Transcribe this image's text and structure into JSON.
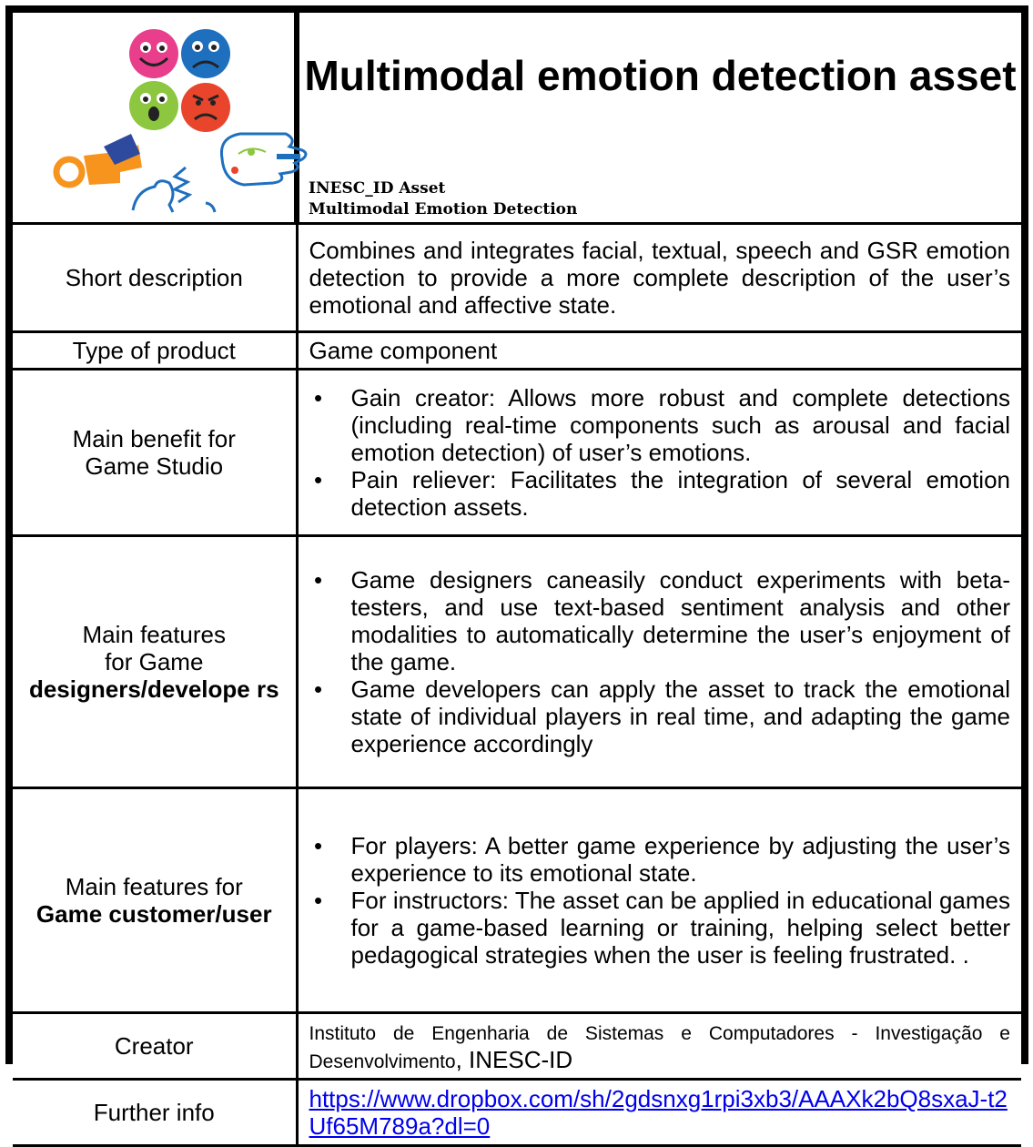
{
  "header": {
    "title": "Multimodal emotion detection asset",
    "subtitle_line1": "INESC_ID Asset",
    "subtitle_line2": "Multimodal Emotion Detection"
  },
  "rows": {
    "short_description": {
      "label": "Short description",
      "text": "Combines and integrates facial, textual, speech and GSR emotion detection to provide a more complete description of the user’s emotional and affective state."
    },
    "type_of_product": {
      "label": "Type of product",
      "text": "Game component"
    },
    "main_benefit": {
      "label_line1": "Main benefit for",
      "label_line2": "Game Studio",
      "bullets": [
        "Gain creator: Allows more robust and complete detections (including real-time components such as arousal and facial emotion detection) of user’s emotions.",
        "Pain reliever: Facilitates the integration of several emotion detection assets."
      ]
    },
    "features_designers": {
      "label_line1": "Main features",
      "label_line2": "for Game",
      "label_bold": "designers/develope rs",
      "bullets": [
        "Game designers caneasily conduct experiments with beta-testers, and use text-based sentiment analysis and other modalities to automatically determine the user’s enjoyment of the game.",
        "Game developers can apply the asset to track the emotional state of individual players in real time, and adapting the game experience accordingly"
      ]
    },
    "features_customer": {
      "label_line1": "Main features for",
      "label_bold": "Game customer/user",
      "bullets": [
        "For players: A better game experience by adjusting the user’s experience to its emotional state.",
        "For instructors: The asset can be applied in educational games for a game-based learning or training, helping select better pedagogical strategies when the user is feeling frustrated. ."
      ]
    },
    "creator": {
      "label": "Creator",
      "text_small": "Instituto de Engenharia de Sistemas e Computadores - Investigação e Desenvolvimento",
      "text_large": ", INESC-ID"
    },
    "further_info": {
      "label": "Further info",
      "link": "https://www.dropbox.com/sh/2gdsnxg1rpi3xb3/AAAXk2bQ8sxaJ-t2Uf65M789a?dl=0"
    }
  },
  "colors": {
    "face_pink": "#e83e8c",
    "face_blue": "#1f6fbf",
    "face_green": "#8dc63f",
    "face_red": "#e8452c",
    "orange": "#f7941d",
    "link": "#0000ee"
  }
}
